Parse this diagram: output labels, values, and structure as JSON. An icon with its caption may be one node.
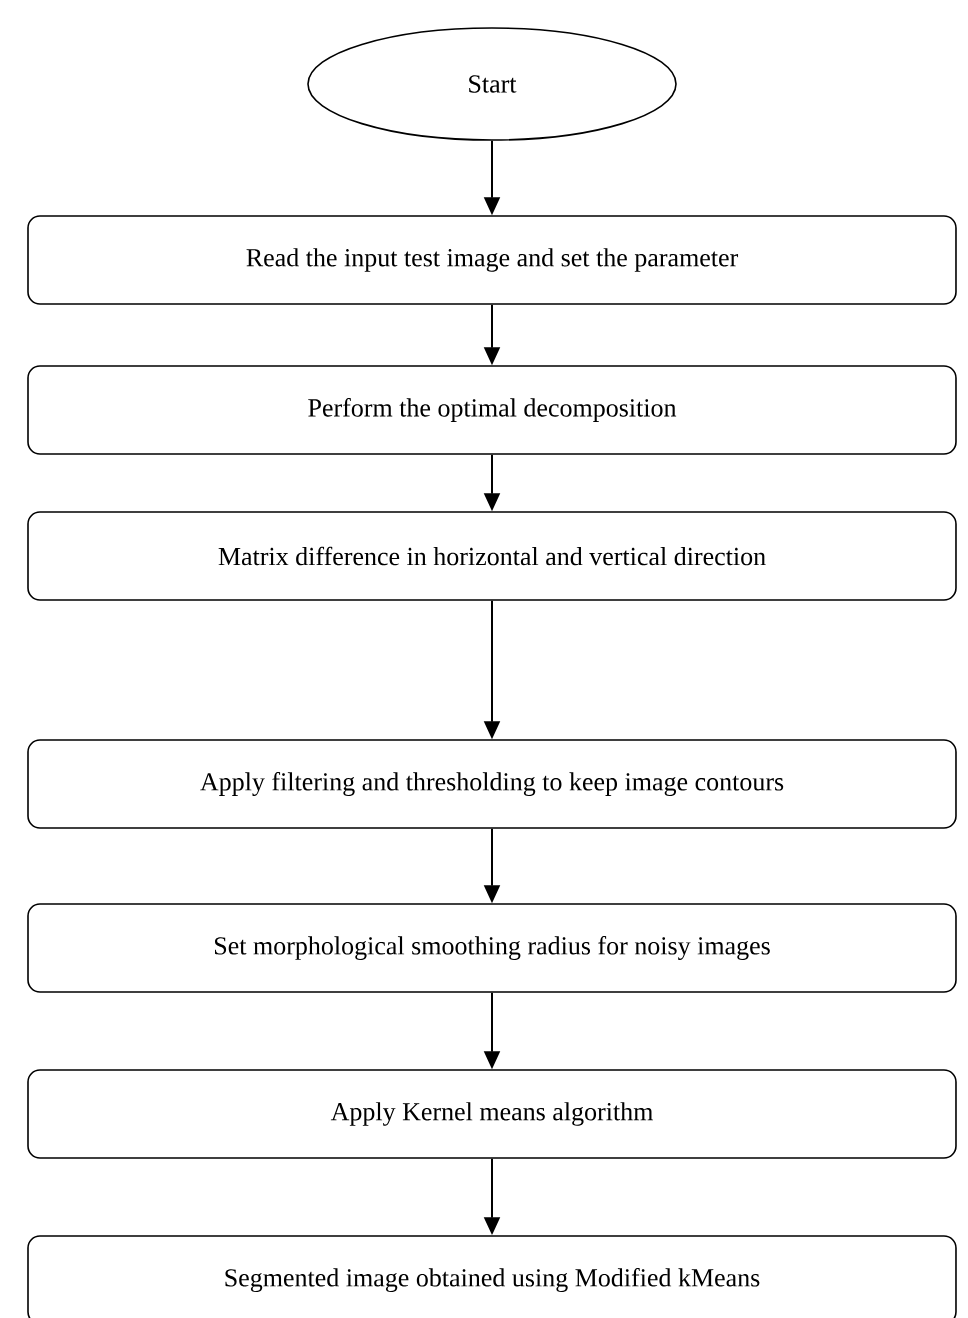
{
  "diagram": {
    "nodes": [
      {
        "text": [
          "Start"
        ]
      },
      {
        "text": [
          "Read the input test image and set the parameter"
        ]
      },
      {
        "text": [
          "Perform the optimal decomposition"
        ]
      },
      {
        "text": [
          "Matrix difference in horizontal and vertical direction"
        ]
      },
      {
        "text": [
          "Apply filtering and thresholding to keep image contours"
        ]
      },
      {
        "text": [
          "Set morphological smoothing radius for noisy images"
        ]
      },
      {
        "text": [
          "Apply Kernel means algorithm"
        ]
      },
      {
        "text": [
          "Segmented image obtained using Modified kMeans"
        ]
      }
    ],
    "edges": [
      {
        "from": 0,
        "to": 1,
        "arrow": "to"
      },
      {
        "from": 1,
        "to": 2,
        "arrow": "to"
      },
      {
        "from": 2,
        "to": 3,
        "arrow": "to"
      },
      {
        "from": 3,
        "to": 4,
        "arrow": "to"
      },
      {
        "from": 4,
        "to": 5,
        "arrow": "to"
      },
      {
        "from": 5,
        "to": 6,
        "arrow": "to"
      },
      {
        "from": 6,
        "to": 7,
        "arrow": "to"
      }
    ]
  }
}
